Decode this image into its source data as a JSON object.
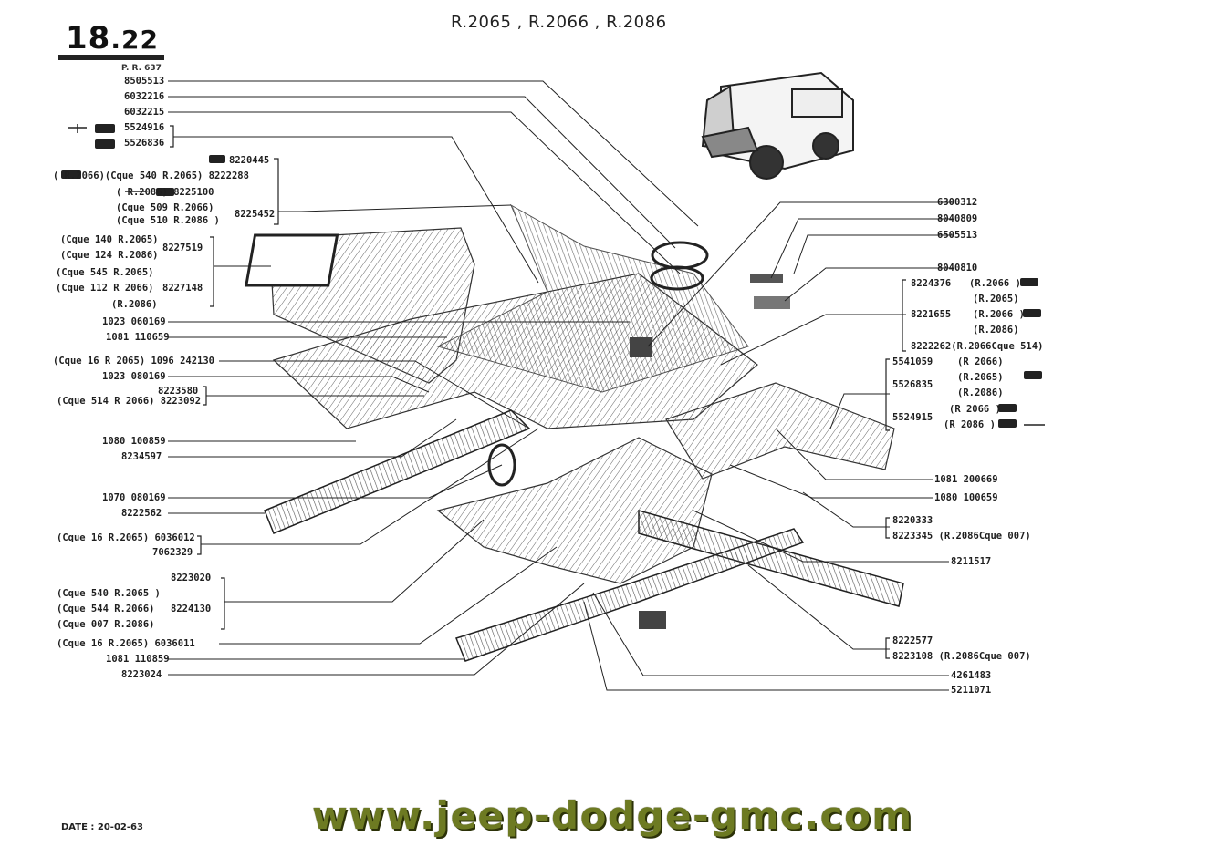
{
  "header": {
    "page_number": "18",
    "page_sub": ".22",
    "plate_ref": "P. R. 637",
    "models_title": "R.2065 , R.2066 , R.2086"
  },
  "footer": {
    "date": "DATE : 20-02-63",
    "website": "www.jeep-dodge-gmc.com"
  },
  "labels_left": [
    "8505513",
    "6032216",
    "6032215",
    "5524916",
    "5526836",
    "8220445",
    "(    R.2066)(Cque 540 R.2065) 8222288",
    "(        R.2086) 8225100",
    "(Cque 509 R.2066)",
    "(Cque 510 R.2086 )",
    "8225452",
    "(Cque 140 R.2065)",
    "(Cque 124 R.2086)",
    "8227519",
    "(Cque 545 R.2065)",
    "(Cque 112 R 2066)",
    "(R.2086)",
    "8227148",
    "1023 060169",
    "1081 110659",
    "(Cque 16 R 2065) 1096 242130",
    "1023 080169",
    "8223580",
    "(Cque 514 R 2066) 8223092",
    "1080 100859",
    "8234597",
    "1070 080169",
    "8222562",
    "(Cque 16 R.2065) 6036012",
    "7062329",
    "8223020",
    "(Cque 540 R.2065 )",
    "(Cque 544 R.2066)",
    "(Cque 007 R.2086)",
    "8224130",
    "(Cque 16 R.2065) 6036011",
    "1081 110859",
    "8223024"
  ],
  "labels_right": [
    "6300312",
    "8040809",
    "6505513",
    "8040810",
    "8224376",
    "(R.2066    )",
    "(R.2065)",
    "8221655",
    "(R.2066    )",
    "(R.2086)",
    "8222262(R.2066Cque 514)",
    "5541059",
    "(R 2066)",
    "(R.2065)",
    "5526835",
    "(R.2086)",
    "(R 2066    )",
    "5524915",
    "(R 2086       )",
    "1081 200669",
    "1080 100659",
    "8220333",
    "8223345 (R.2086Cque 007)",
    "8211517",
    "8222577",
    "8223108 (R.2086Cque 007)",
    "4261483",
    "5211071"
  ],
  "icons": [
    "van-icon",
    "tow-truck-icon",
    "pickup-icon"
  ],
  "colors": {
    "ink": "#1f1f1f",
    "website": "#6d7a22",
    "website_shadow": "#2c3208"
  }
}
